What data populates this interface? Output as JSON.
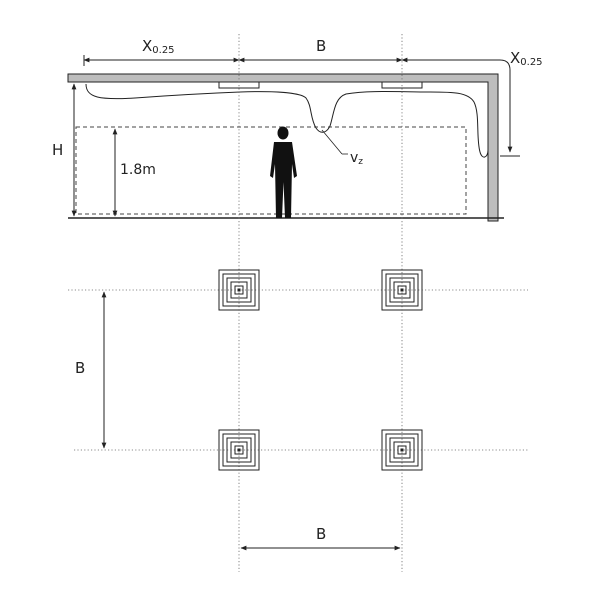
{
  "labels": {
    "x025_left": "X",
    "x025_left_sub": "0.25",
    "b_top": "B",
    "x025_right": "X",
    "x025_right_sub": "0.25",
    "h": "H",
    "height_1_8": "1.8m",
    "vz": "v",
    "vz_sub": "z",
    "b_vertical": "B",
    "b_bottom": "B"
  },
  "colors": {
    "ink": "#222222",
    "ceiling_fill": "#bdbdbd",
    "person": "#111111"
  }
}
